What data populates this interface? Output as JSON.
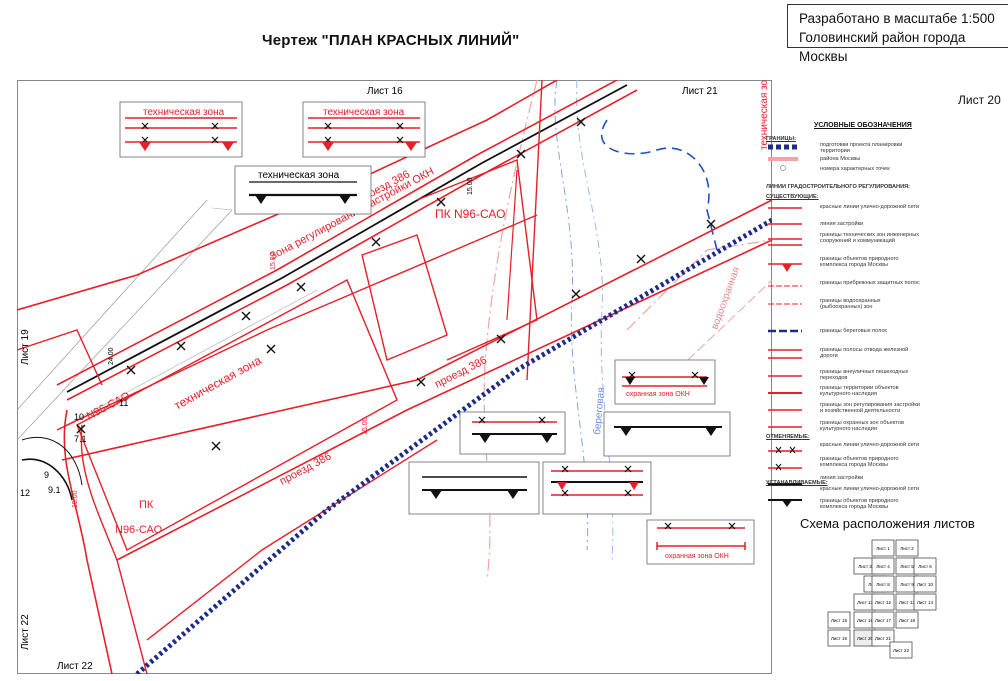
{
  "title": "Чертеж \"ПЛАН КРАСНЫХ ЛИНИЙ\"",
  "stamp": {
    "line1": "Разработано в масштабе 1:500",
    "line2": "Головинский район города Москвы"
  },
  "sheet_number": "Лист 20",
  "map": {
    "sheet_refs": {
      "top_16": "Лист 16",
      "top_21": "Лист 21",
      "left_19": "Лист 19",
      "left_22": "Лист 22",
      "bottom_22": "Лист 22"
    },
    "labels": {
      "tech_zone_box1": "техническая зона",
      "tech_zone_box2": "техническая зона",
      "tech_zone_box3": "техническая зона",
      "tech_zone_main": "техническая зона",
      "tech_zone_right": "техническая зона",
      "zone_regulation": "Зона регулирования застройки ОКН",
      "passage_386_a": "пр.проезд 386",
      "passage_386_b": "проезд 386",
      "passage_386_c": "проезд 386",
      "pk_main": "ПК N96-САО",
      "pk_left": "N96-САО",
      "pk_bottom_a": "ПК",
      "pk_bottom_b": "N96-САО",
      "beregovaya": "береговая",
      "vodookhr": "водоохранная",
      "okn_zone_1": "охранная зона ОКН",
      "okn_zone_2": "охранная зона ОКН",
      "pt_11": "11",
      "pt_10": "10",
      "pt_71": "7.1",
      "pt_9": "9",
      "pt_91": "9.1",
      "pt_12": "12",
      "dim_1": "15.00",
      "dim_2": "24.00",
      "dim_3": "15.00",
      "dim_4": "15.00",
      "dim_5": "15.00"
    }
  },
  "legend": {
    "title": "УСЛОВНЫЕ ОБОЗНАЧЕНИЯ",
    "boundaries_header": "ГРАНИЦЫ:",
    "boundaries": [
      "подготовки проекта планировки территории",
      "района Москвы",
      "номера характерных точек"
    ],
    "lines_header": "ЛИНИИ ГРАДОСТРОИТЕЛЬНОГО РЕГУЛИРОВАНИЯ:",
    "existing_header": "СУЩЕСТВУЮЩИЕ:",
    "existing": [
      "красные линии улично-дорожной сети",
      "линия застройки",
      "границы технических зон инженерных сооружений и коммуникаций",
      "границы объектов природного комплекса города Москвы",
      "границы прибрежных защитных полос",
      "границы водоохранных (рыбоохранных) зон",
      "границы береговых полос",
      "границы полосы отвода железной дороги",
      "границы внеуличных пешеходных переходов",
      "границы территории объектов культурного наследия",
      "границы зон регулирования застройки и хозяйственной деятельности",
      "границы охранных зон объектов культурного наследия"
    ],
    "cancelled_header": "ОТМЕНЯЕМЫЕ:",
    "cancelled": [
      "красные линии улично-дорожной сети",
      "границы объектов природного комплекса города Москвы",
      "линия застройки"
    ],
    "established_header": "УСТАНАВЛИВАЕМЫЕ:",
    "established": [
      "красные линии улично-дорожной сети",
      "границы объектов природного комплекса города Москвы"
    ]
  },
  "scheme": {
    "title": "Схема расположения листов",
    "sheets": [
      "Лист 1",
      "Лист 2",
      "Лист 3",
      "Лист 4",
      "Лист 5",
      "Лист 6",
      "Лист 7",
      "Лист 8",
      "Лист 9",
      "Лист 10",
      "Лист 11",
      "Лист 12",
      "Лист 13",
      "Лист 14",
      "Лист 15",
      "Лист 16",
      "Лист 17",
      "Лист 18",
      "Лист 19",
      "Лист 20",
      "Лист 21",
      "Лист 22"
    ]
  },
  "colors": {
    "red": "#e4202a",
    "pink": "#f0a3a8",
    "blue": "#1e50c8",
    "navy": "#1d2c88",
    "black": "#111111"
  }
}
